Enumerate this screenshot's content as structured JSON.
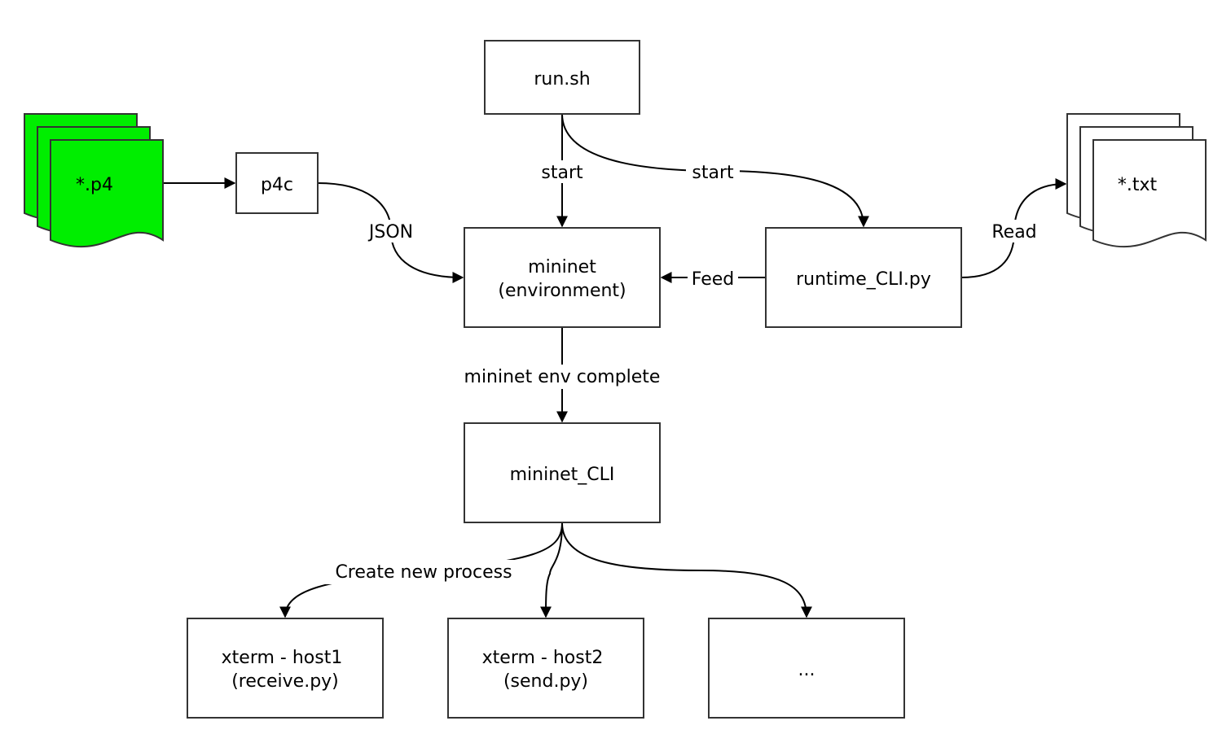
{
  "nodes": {
    "run_sh": "run.sh",
    "p4_files": "*.p4",
    "p4c": "p4c",
    "mininet_env": [
      "mininet",
      "(environment)"
    ],
    "runtime_cli": "runtime_CLI.py",
    "txt_files": "*.txt",
    "mininet_cli": "mininet_CLI",
    "xterm_host1": [
      "xterm - host1",
      "(receive.py)"
    ],
    "xterm_host2": [
      "xterm - host2",
      "(send.py)"
    ],
    "more": "..."
  },
  "edges": {
    "start_mininet": "start",
    "start_runtime": "start",
    "json": "JSON",
    "feed": "Feed",
    "read": "Read",
    "env_complete": "mininet env complete",
    "create_process": "Create new process"
  },
  "colors": {
    "p4_fill": "#00ee00",
    "stroke": "#333333"
  }
}
